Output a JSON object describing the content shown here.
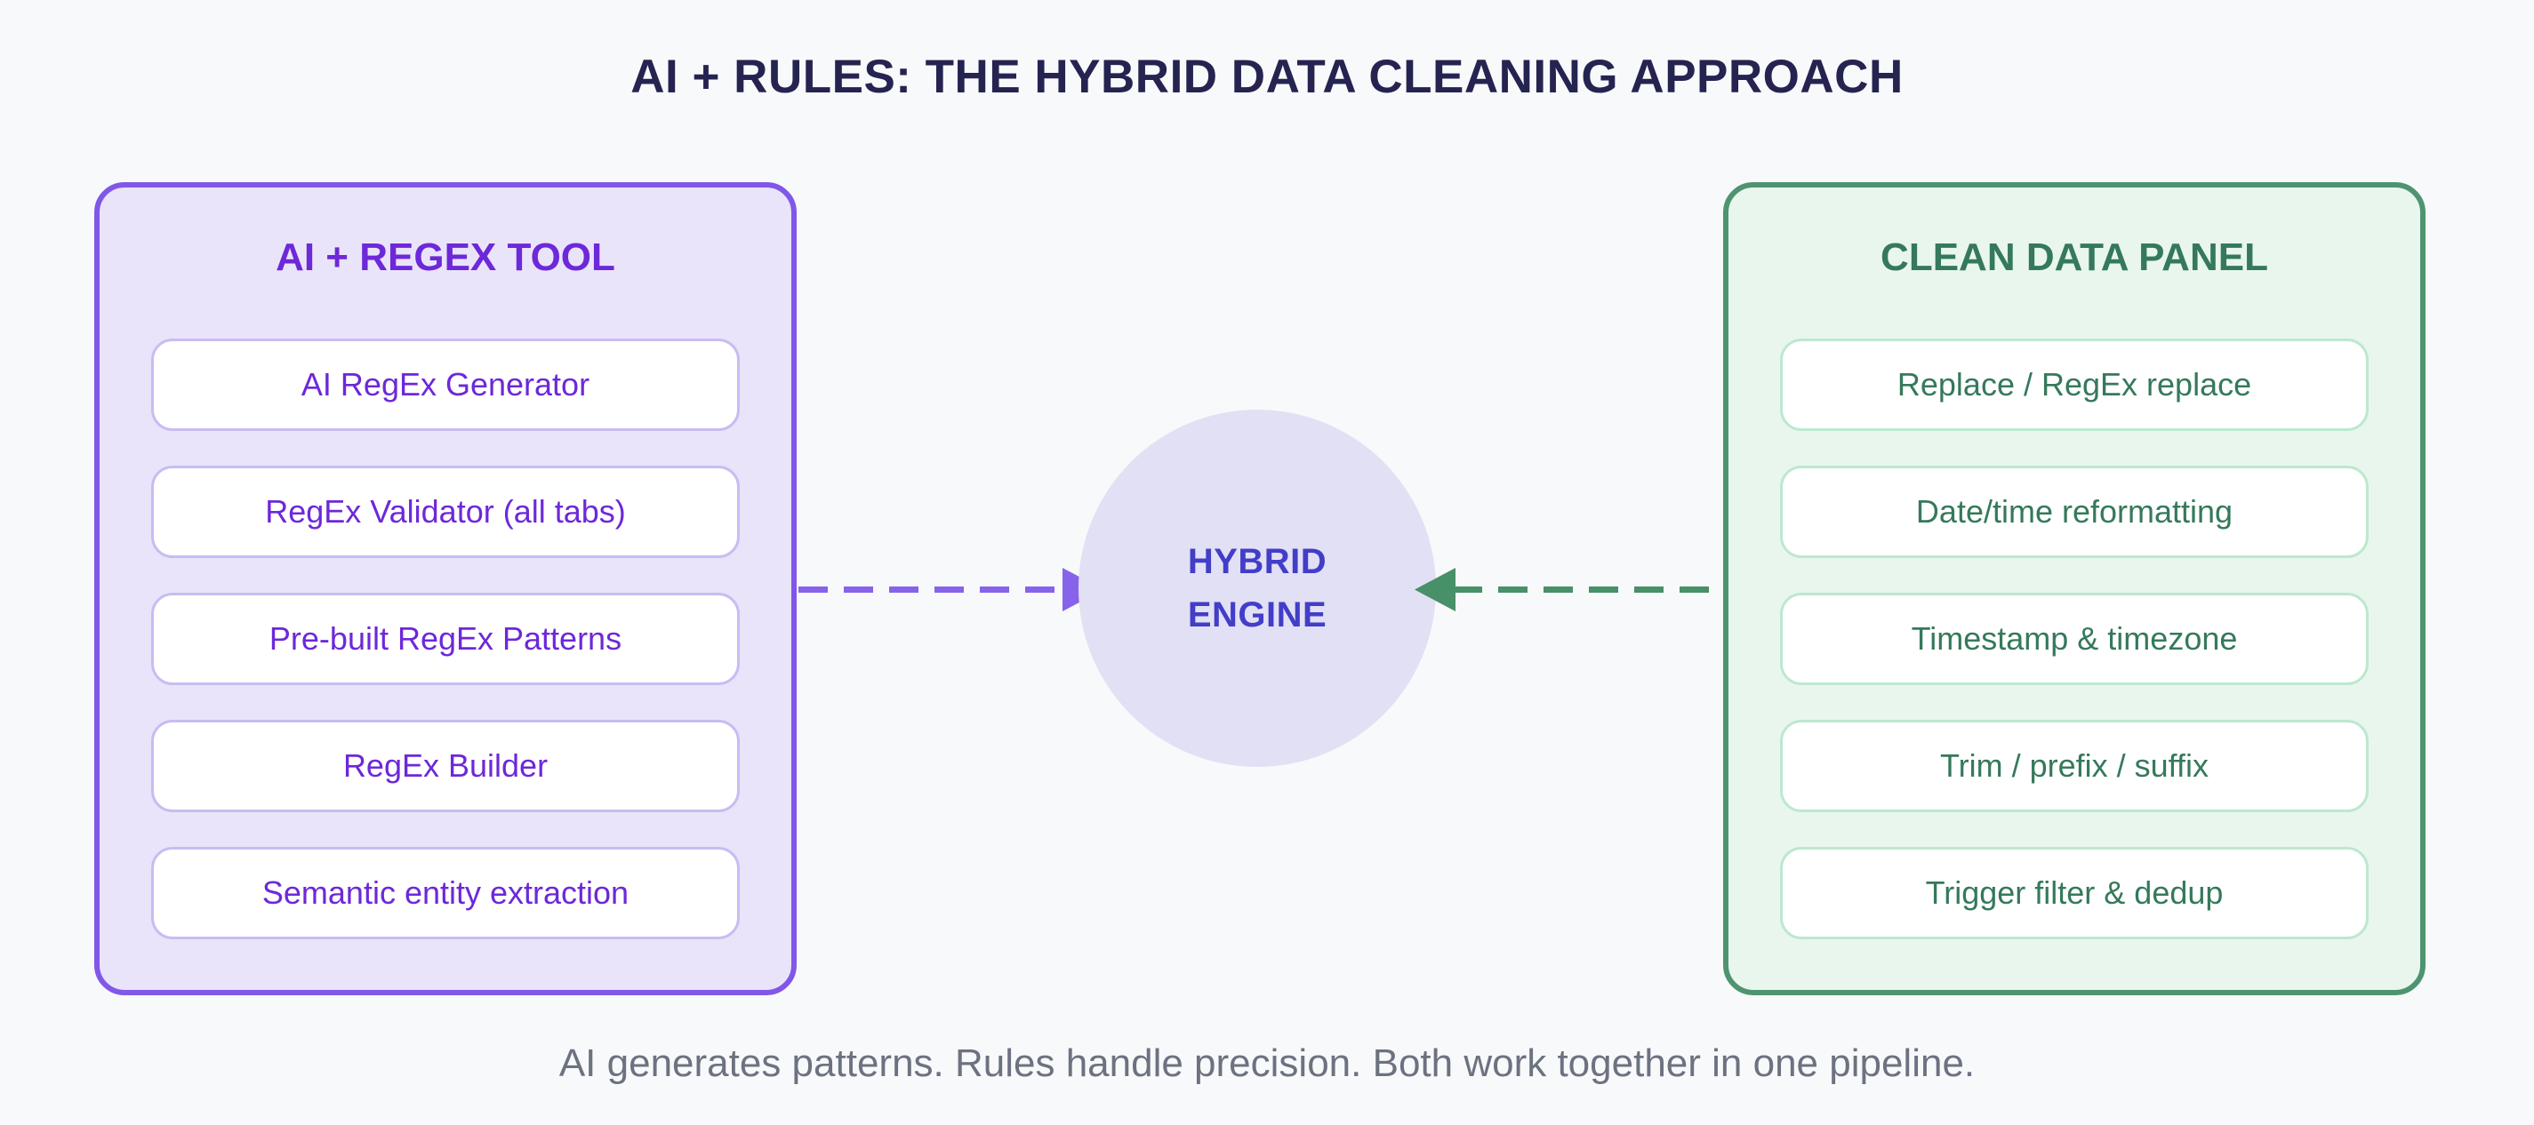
{
  "page": {
    "title": "AI + RULES: THE HYBRID DATA CLEANING APPROACH",
    "footer": "AI generates patterns. Rules handle precision. Both work together in one pipeline."
  },
  "left_panel": {
    "title": "AI + REGEX TOOL",
    "items": [
      "AI RegEx Generator",
      "RegEx Validator (all tabs)",
      "Pre-built RegEx Patterns",
      "RegEx Builder",
      "Semantic entity extraction"
    ]
  },
  "center": {
    "line1": "HYBRID",
    "line2": "ENGINE"
  },
  "right_panel": {
    "title": "CLEAN DATA PANEL",
    "items": [
      "Replace / RegEx replace",
      "Date/time reformatting",
      "Timestamp & timezone",
      "Trim / prefix / suffix",
      "Trigger filter & dedup"
    ]
  },
  "colors": {
    "background": "#F8F9FB",
    "title_text": "#252350",
    "left_panel_bg": "#E9E4F9",
    "left_panel_border": "#8157E8",
    "left_item_border": "#C9BCF2",
    "left_text": "#6D28D9",
    "purple_arrow": "#8763EC",
    "engine_circle_bg": "#E2E0F4",
    "engine_text": "#423EC8",
    "right_panel_bg": "#E9F6EE",
    "right_panel_border": "#4E9470",
    "right_item_border": "#BCE8D0",
    "right_text": "#35795B",
    "green_arrow": "#479068",
    "footer_text": "#6C7280"
  }
}
